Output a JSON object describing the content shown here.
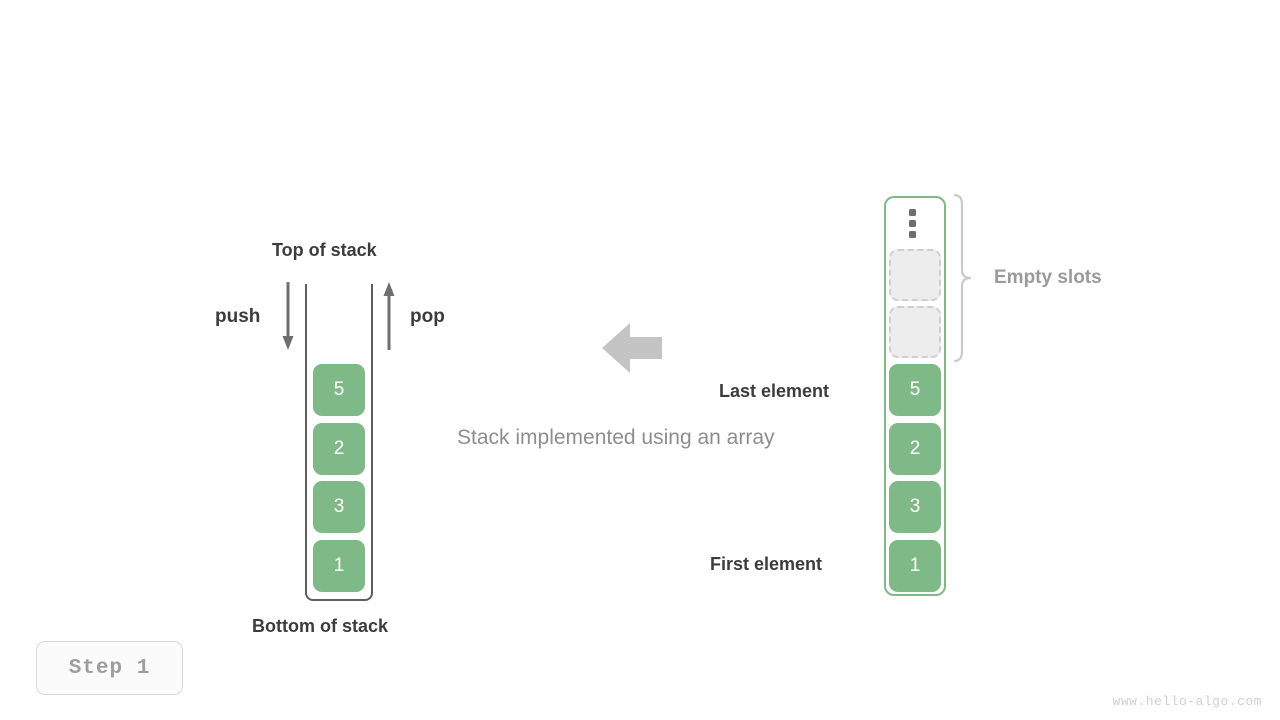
{
  "diagram": {
    "caption": "Stack implemented using an array",
    "watermark": "www.hello-algo.com",
    "step_badge": "Step  1",
    "accent_green": "#7fb987",
    "slot_gray": "#ededed",
    "text_dark": "#3c3c3c",
    "text_gray": "#8e8e8e"
  },
  "left": {
    "top_label": "Top of stack",
    "bottom_label": "Bottom of stack",
    "push_label": "push",
    "pop_label": "pop",
    "cells": [
      {
        "value": "5"
      },
      {
        "value": "2"
      },
      {
        "value": "3"
      },
      {
        "value": "1"
      }
    ]
  },
  "right": {
    "empty_slots_label": "Empty slots",
    "last_element_label": "Last element",
    "first_element_label": "First element",
    "ellipsis": "vertical-ellipsis",
    "empty_slots": [
      {
        "value": ""
      },
      {
        "value": ""
      }
    ],
    "cells": [
      {
        "value": "5"
      },
      {
        "value": "2"
      },
      {
        "value": "3"
      },
      {
        "value": "1"
      }
    ]
  }
}
